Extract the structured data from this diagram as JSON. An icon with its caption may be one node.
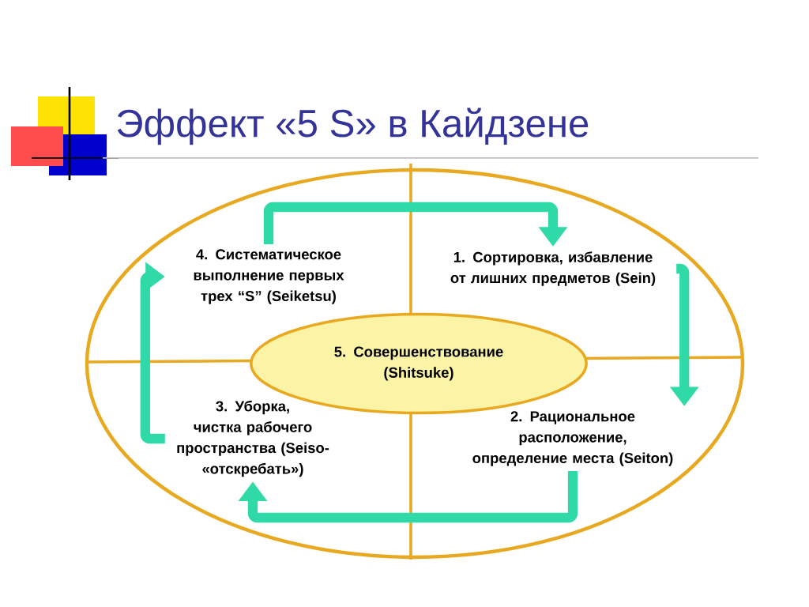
{
  "diagram": {
    "title": "Эффект «5 S» в Кайдзене",
    "nodes": [
      {
        "text": [
          "4. Систематическое выполнение первых трех “S” (Seiketsu)"
        ]
      },
      {
        "text": [
          "1. Сортировка, избавление от лишних предметов (Sein)"
        ]
      },
      {
        "text": [
          "5. Совершенствование (Shitsuke)"
        ]
      },
      {
        "text": [
          "3. Уборка, чистка рабочего пространства (Seiso- «отскребать»)"
        ]
      },
      {
        "text": [
          "2. Рациональное расположение, определение места (Seiton)"
        ]
      }
    ],
    "edges": [
      {
        "from": 0,
        "to": 1,
        "arrow": "to"
      },
      {
        "from": 1,
        "to": 4,
        "arrow": "to"
      },
      {
        "from": 4,
        "to": 3,
        "arrow": "to"
      },
      {
        "from": 3,
        "to": 0,
        "arrow": "to"
      }
    ]
  }
}
